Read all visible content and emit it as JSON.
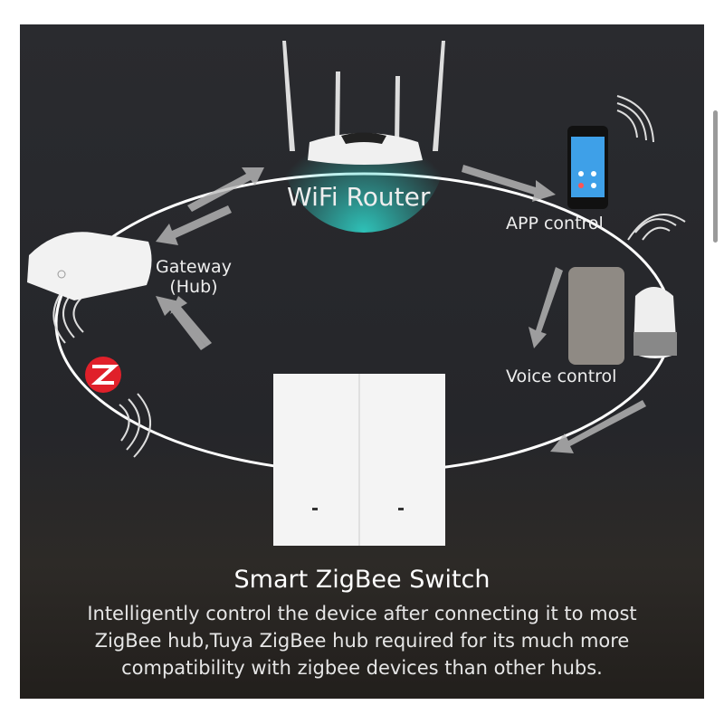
{
  "labels": {
    "router": "WiFi Router",
    "app": "APP control",
    "gateway": "Gateway",
    "hub": "(Hub)",
    "voice": "Voice control"
  },
  "product": {
    "title": "Smart ZigBee Switch",
    "description": "Intelligently control the device after connecting it to most ZigBee hub,Tuya ZigBee hub required for its much more compatibility with zigbee devices than other hubs."
  },
  "colors": {
    "accent": "#2fd3c8",
    "zigbee": "#e0202a"
  }
}
